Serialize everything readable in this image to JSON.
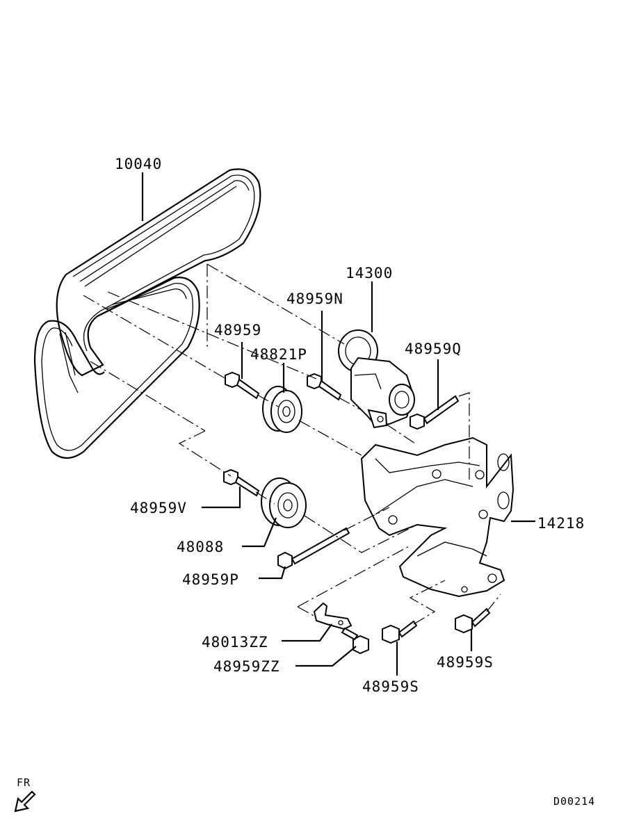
{
  "callouts": {
    "belt": "10040",
    "tensioner": "14300",
    "bolt_n": "48959N",
    "bolt": "48959",
    "idler_pulley_p": "48821P",
    "bolt_q": "48959Q",
    "bolt_v": "48959V",
    "bracket": "14218",
    "idler_pulley": "48088",
    "bolt_p": "48959P",
    "clip": "48013ZZ",
    "bolt_zz": "48959ZZ",
    "bolt_s_right": "48959S",
    "bolt_s_center": "48959S"
  },
  "orientation": {
    "label": "FR",
    "icon": "front-direction-arrow-icon"
  },
  "diagram_code": "D00214"
}
